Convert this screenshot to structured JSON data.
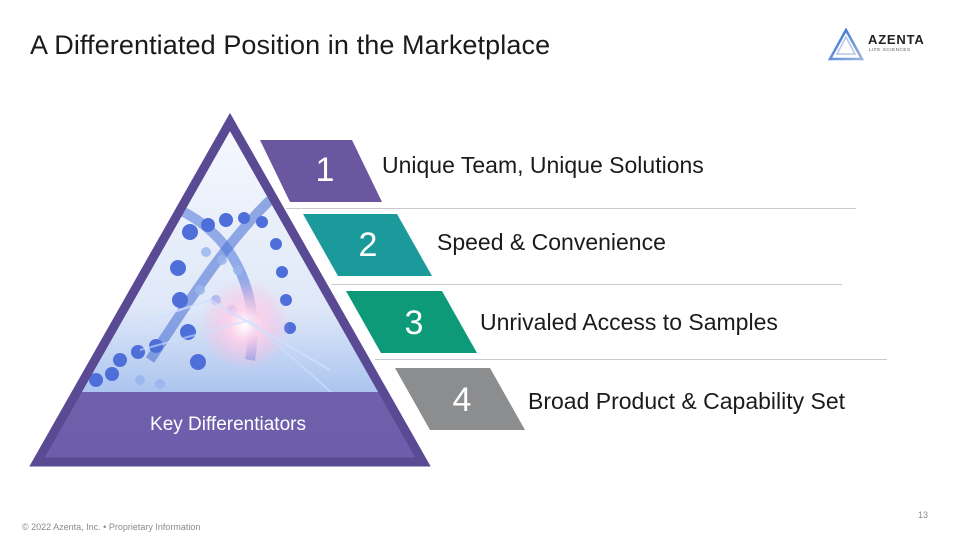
{
  "slide": {
    "title": "A Differentiated Position in the Marketplace",
    "page_number": "13",
    "footer": "© 2022 Azenta, Inc. • Proprietary Information"
  },
  "logo": {
    "name": "AZENTA",
    "subtitle": "LIFE SCIENCES"
  },
  "pyramid": {
    "label": "Key Differentiators",
    "image": "dna-helix-icon"
  },
  "differentiators": [
    {
      "number": "1",
      "label": "Unique Team, Unique Solutions",
      "color": "#6a57a0"
    },
    {
      "number": "2",
      "label": "Speed & Convenience",
      "color": "#1a9a9a"
    },
    {
      "number": "3",
      "label": "Unrivaled Access to Samples",
      "color": "#0c9a78"
    },
    {
      "number": "4",
      "label": "Broad Product & Capability Set",
      "color": "#8c8d8f"
    }
  ],
  "colors": {
    "pyramid_border": "#5a4a94",
    "pyramid_band": "#6b5aa8"
  }
}
